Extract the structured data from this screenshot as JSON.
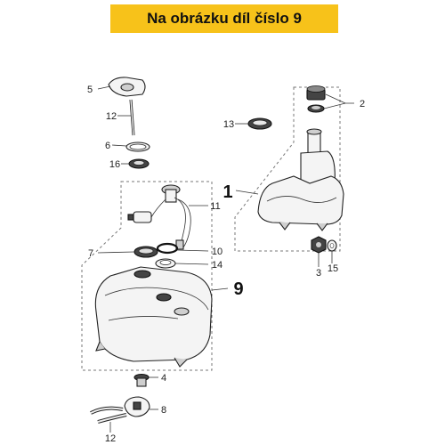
{
  "banner": {
    "text": "Na obrázku díl číslo 9"
  },
  "callouts": {
    "c1": "1",
    "c2": "2",
    "c3": "3",
    "c4": "4",
    "c5": "5",
    "c6": "6",
    "c7": "7",
    "c8": "8",
    "c9": "9",
    "c10": "10",
    "c11": "11",
    "c12a": "12",
    "c12b": "12",
    "c13": "13",
    "c14": "14",
    "c15": "15",
    "c16": "16"
  },
  "highlight_color": "#f7c21a"
}
